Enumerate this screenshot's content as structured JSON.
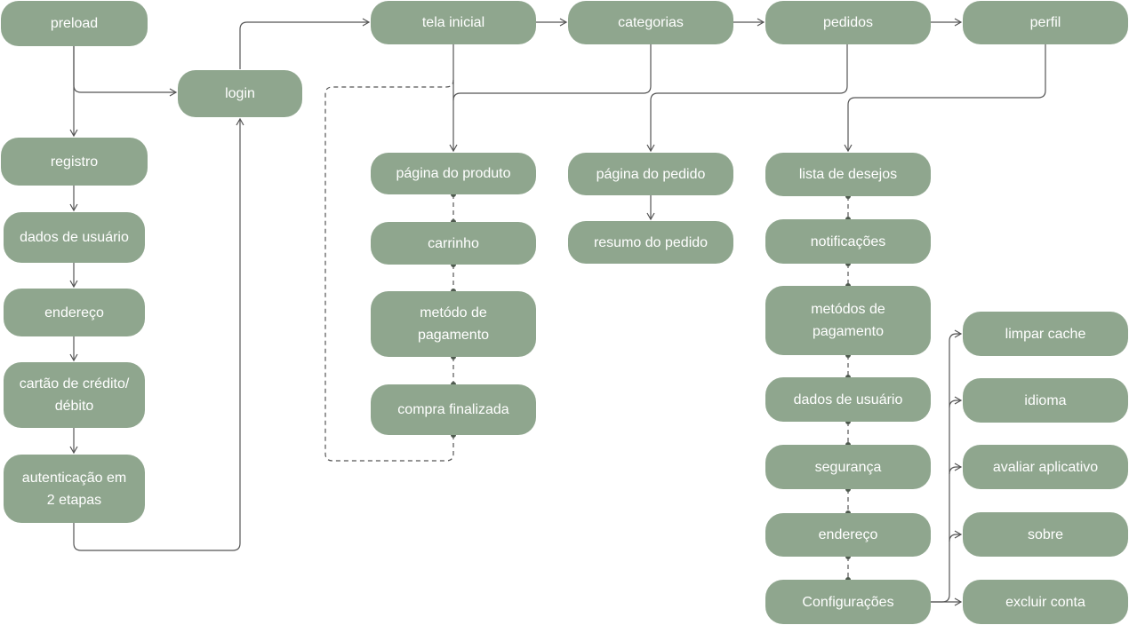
{
  "nodes": {
    "preload": "preload",
    "login": "login",
    "registro": "registro",
    "dados_usuario": "dados de usuário",
    "endereco": "endereço",
    "cartao": "cartão de crédito/\ndébito",
    "autenticacao": "autenticação em\n2 etapas",
    "tela_inicial": "tela inicial",
    "categorias": "categorias",
    "pedidos": "pedidos",
    "perfil": "perfil",
    "pagina_produto": "página do produto",
    "carrinho": "carrinho",
    "metodo_pagamento": "metódo de\npagamento",
    "compra_finalizada": "compra finalizada",
    "pagina_pedido": "página do pedido",
    "resumo_pedido": "resumo do pedido",
    "lista_desejos": "lista de desejos",
    "notificacoes": "notificações",
    "metodos_pagamento": "metódos de\npagamento",
    "perfil_dados_usuario": "dados de usuário",
    "seguranca": "segurança",
    "perfil_endereco": "endereço",
    "configuracoes": "Configurações",
    "limpar_cache": "limpar cache",
    "idioma": "idioma",
    "avaliar": "avaliar aplicativo",
    "sobre": "sobre",
    "excluir_conta": "excluir conta"
  },
  "colors": {
    "node_fill": "#8fa68e",
    "node_text": "#ffffff",
    "edge": "#555555",
    "dot": "#4f5a4f"
  }
}
